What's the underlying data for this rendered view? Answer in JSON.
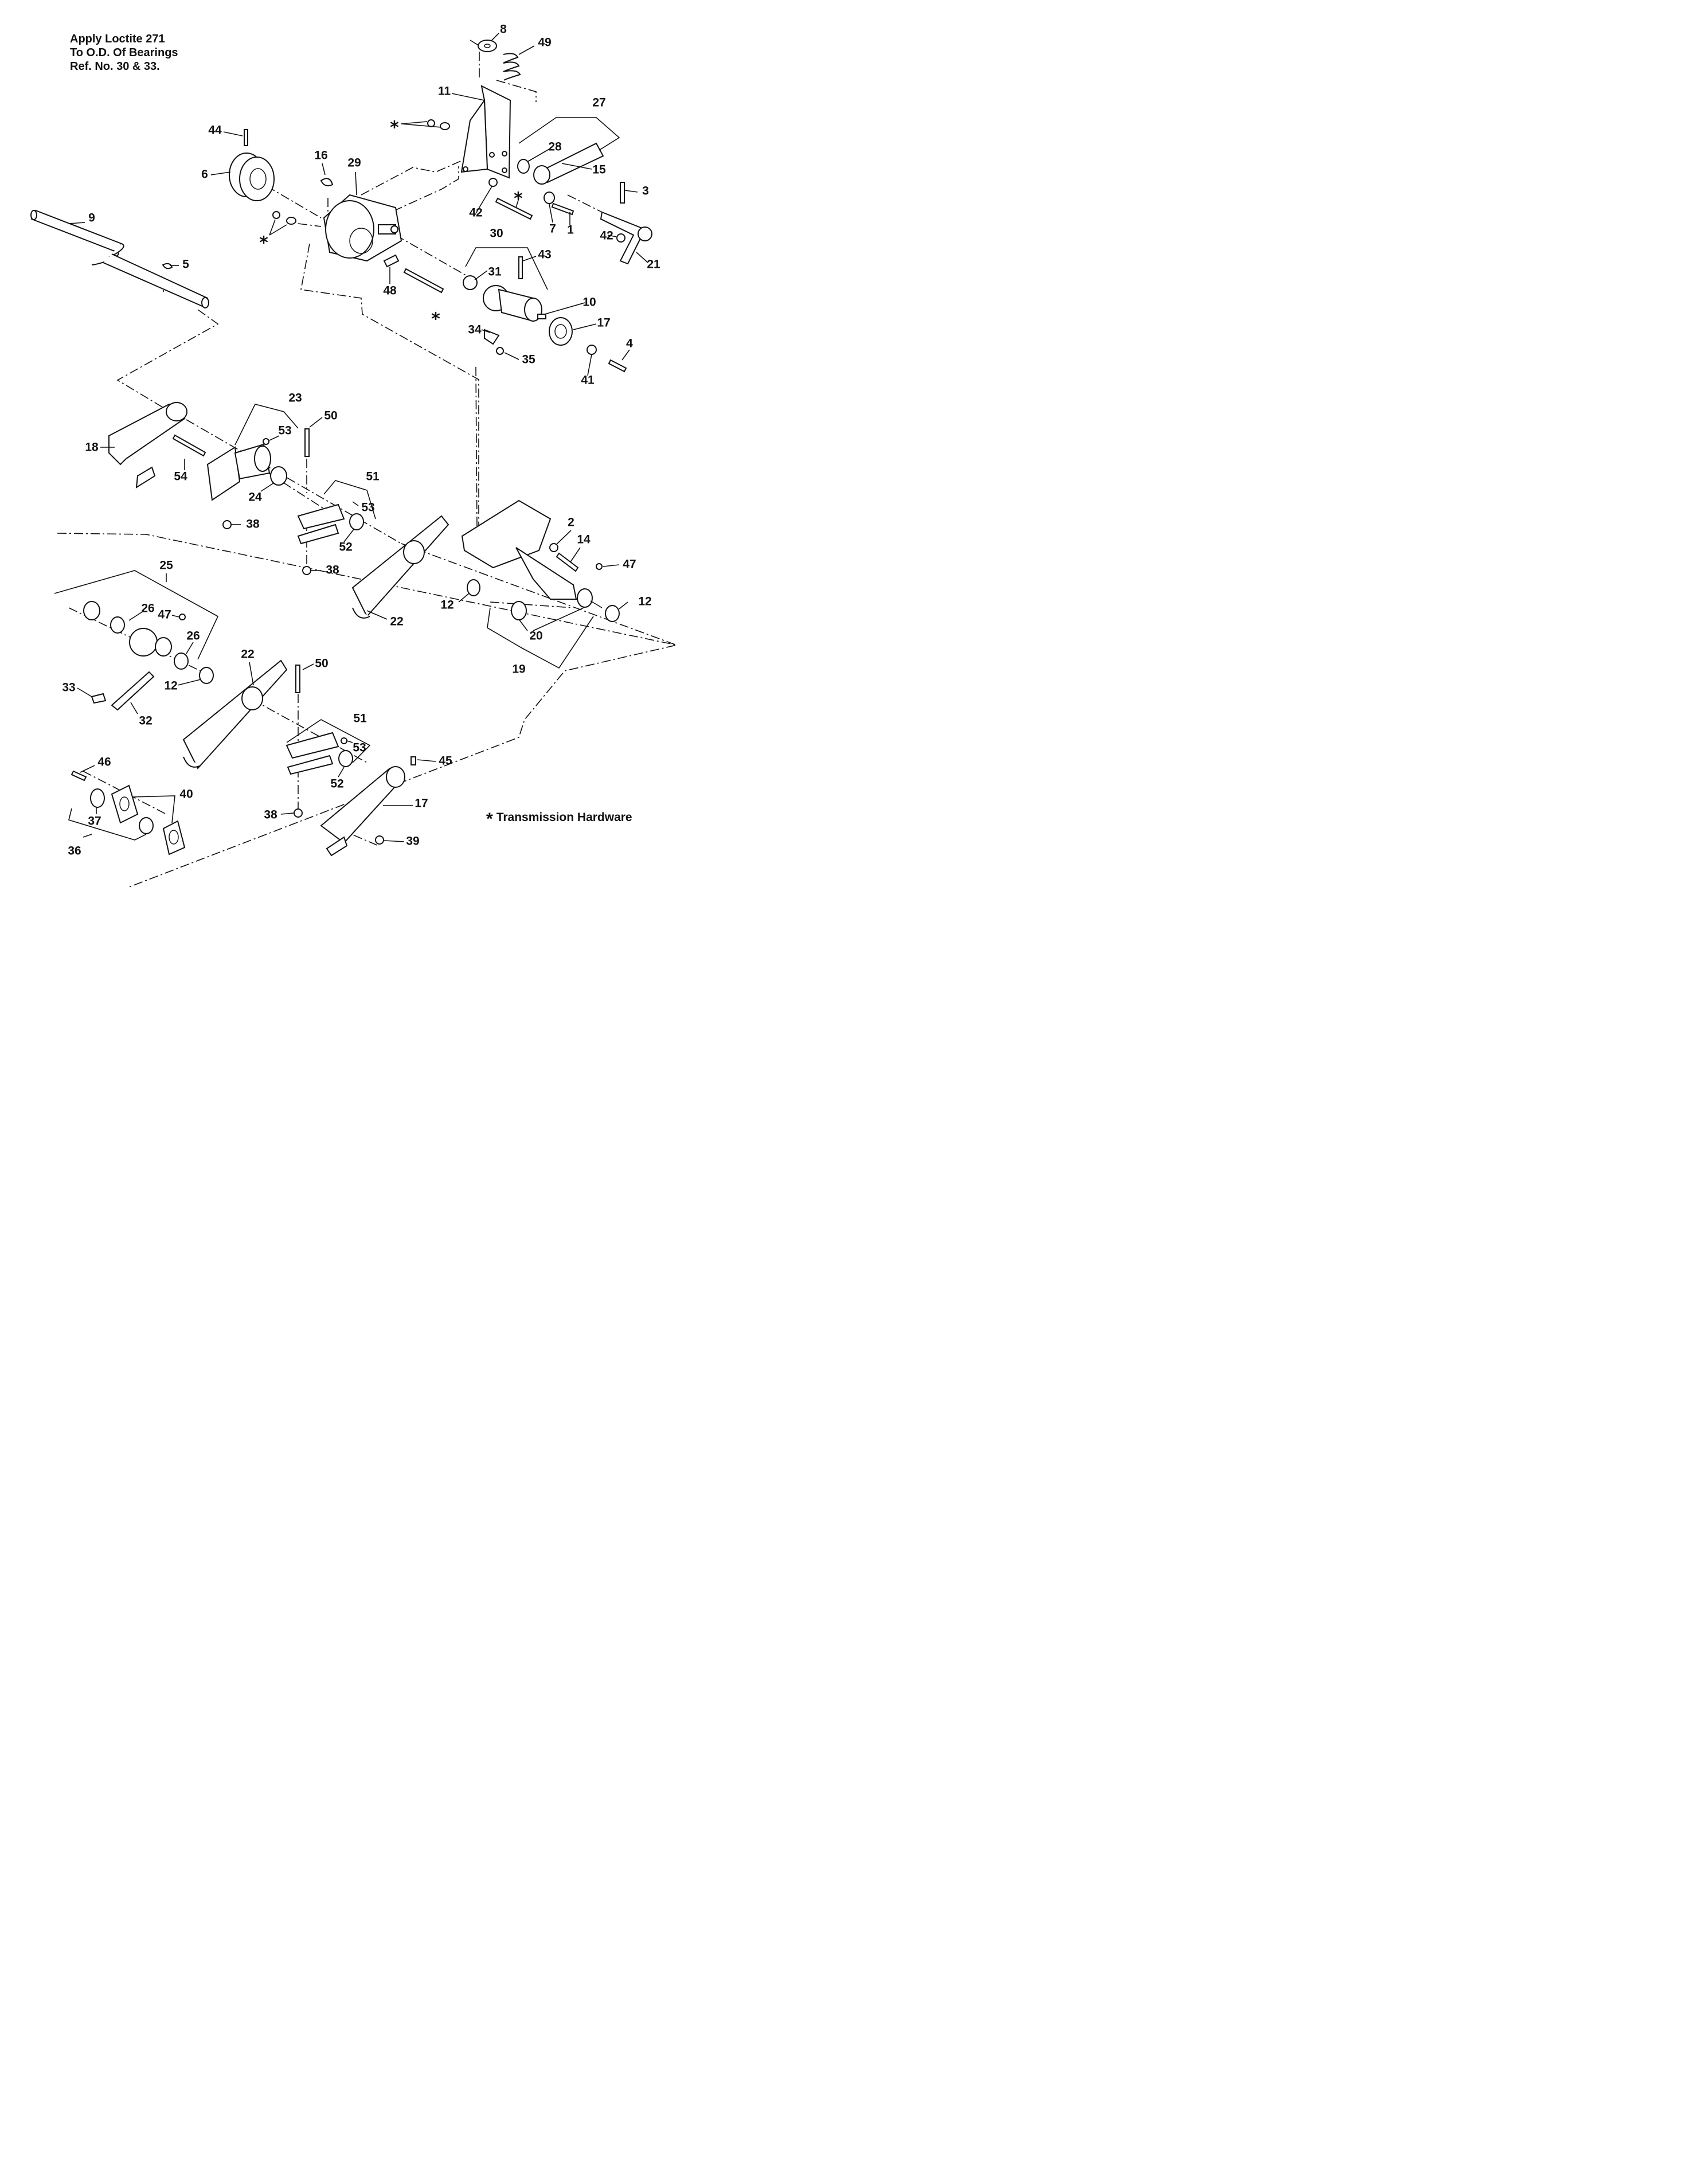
{
  "note": {
    "line1": "Apply Loctite 271",
    "line2": "To O.D. Of Bearings",
    "line3": "Ref. No. 30 & 33."
  },
  "footnote": {
    "symbol": "*",
    "text": "Transmission Hardware"
  },
  "callouts": {
    "c1": "1",
    "c2": "2",
    "c3": "3",
    "c4": "4",
    "c5": "5",
    "c6": "6",
    "c7": "7",
    "c8": "8",
    "c9": "9",
    "c10": "10",
    "c11": "11",
    "c12a": "12",
    "c12b": "12",
    "c12c": "12",
    "c14": "14",
    "c15": "15",
    "c16": "16",
    "c17a": "17",
    "c17b": "17",
    "c18": "18",
    "c19": "19",
    "c20": "20",
    "c21": "21",
    "c22a": "22",
    "c22b": "22",
    "c23": "23",
    "c24": "24",
    "c25": "25",
    "c26a": "26",
    "c26b": "26",
    "c27": "27",
    "c28": "28",
    "c29": "29",
    "c30": "30",
    "c31": "31",
    "c32": "32",
    "c33": "33",
    "c34": "34",
    "c35": "35",
    "c36": "36",
    "c37": "37",
    "c38a": "38",
    "c38b": "38",
    "c38c": "38",
    "c39": "39",
    "c40": "40",
    "c41": "41",
    "c42a": "42",
    "c42b": "42",
    "c43": "43",
    "c44": "44",
    "c45": "45",
    "c46": "46",
    "c47a": "47",
    "c47b": "47",
    "c48": "48",
    "c49": "49",
    "c50a": "50",
    "c50b": "50",
    "c51a": "51",
    "c51b": "51",
    "c52a": "52",
    "c52b": "52",
    "c53a": "53",
    "c53b": "53",
    "c53c": "53",
    "c54": "54"
  },
  "stars": {
    "s1": "*",
    "s2": "*",
    "s3": "*",
    "s4": "*"
  }
}
